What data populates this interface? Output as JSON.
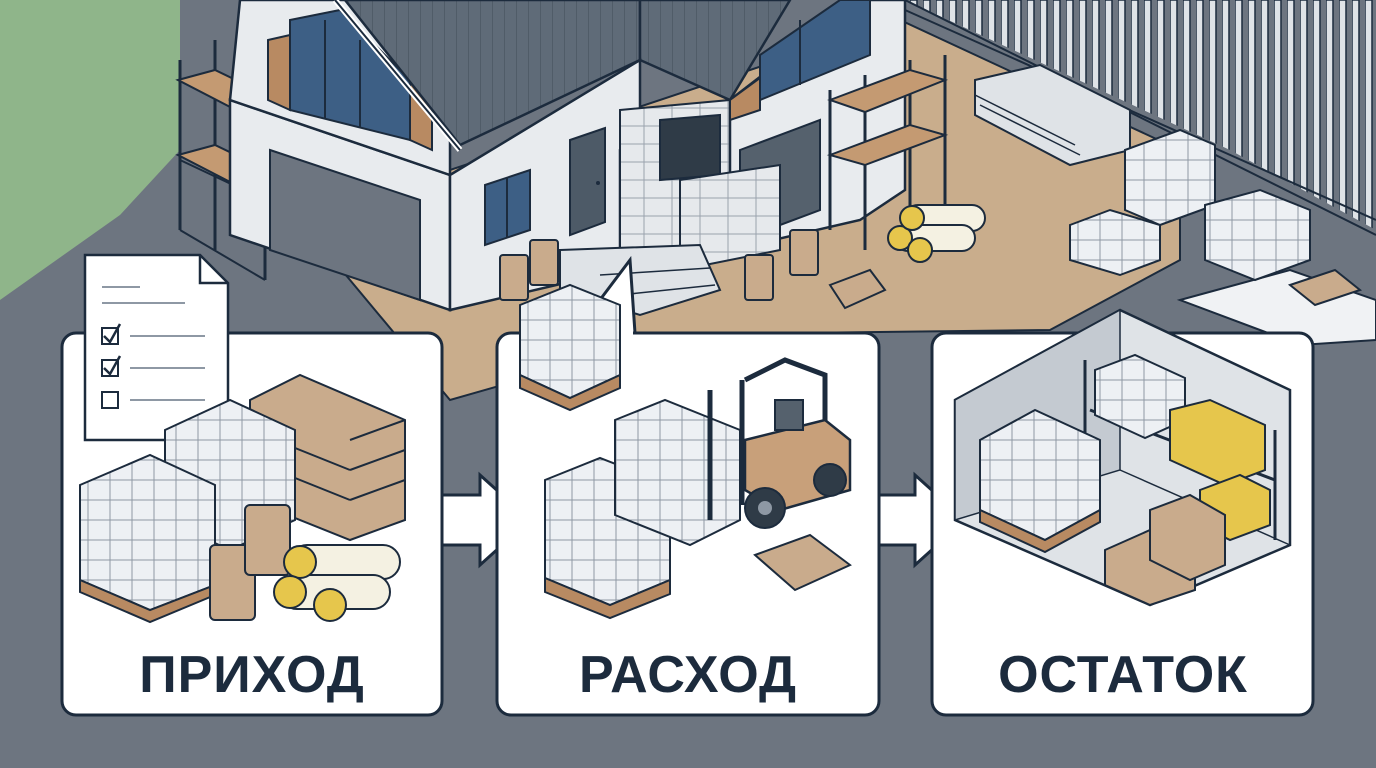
{
  "panels": [
    {
      "id": "income",
      "label": "ПРИХОД"
    },
    {
      "id": "expense",
      "label": "РАСХОД"
    },
    {
      "id": "balance",
      "label": "ОСТАТОК"
    }
  ],
  "colors": {
    "grass": "#8fb58a",
    "asphalt": "#6d7580",
    "dirt": "#c9ad8c",
    "wall": "#e8ebee",
    "roof": "#5f6b78",
    "outline": "#1c2b3d",
    "panel_bg": "#ffffff",
    "cement_bag": "#c9ab8c",
    "insulation_stripe": "#e6c64c",
    "forklift_body": "#c8a07a"
  },
  "icons": [
    "checklist-document-icon",
    "arrow-right-icon",
    "forklift-icon",
    "pallet-icon",
    "cement-bag-icon",
    "insulation-roll-icon"
  ]
}
